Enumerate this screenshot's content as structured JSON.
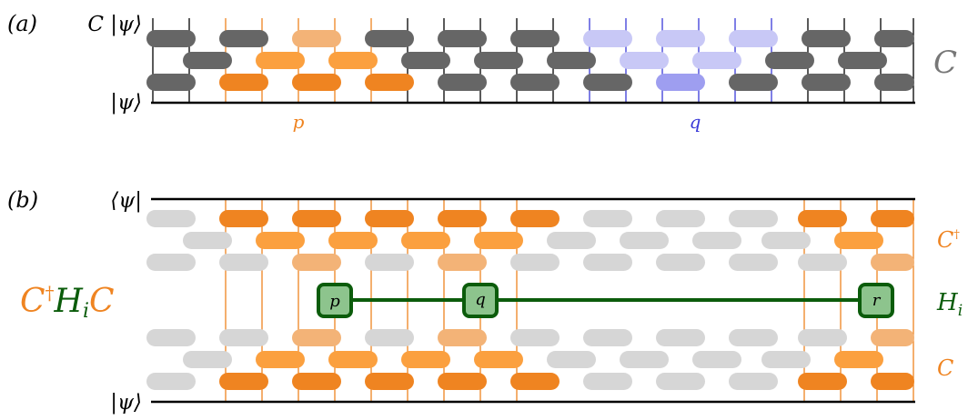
{
  "panel_a": {
    "tag": "(a)",
    "top_label": "C |ψ⟩",
    "bottom_label": "|ψ⟩",
    "right_label": "C",
    "marker_p": "p",
    "marker_q": "q"
  },
  "panel_b": {
    "tag": "(b)",
    "top_label": "⟨ψ|",
    "bottom_label": "|ψ⟩",
    "left_expr": {
      "c_dagger": "C",
      "dagger": "†",
      "h": "H",
      "h_sub": "i",
      "c": "C"
    },
    "right_c_dagger": "C",
    "right_dagger": "†",
    "right_h": "H",
    "right_h_sub": "i",
    "right_c": "C",
    "operator_p": "p",
    "operator_q": "q",
    "operator_r": "r"
  },
  "colors": {
    "dark_gate": "#666666",
    "light_gate": "#d6d6d6",
    "orange_dark": "#ef8421",
    "orange_mid": "#fba03f",
    "orange_light": "#f3b377",
    "blue_light": "#c8c8f6",
    "blue_dark": "#9e9ef0",
    "blue_line": "#3a3ad8",
    "green_dark": "#0b5c0b",
    "green_fill": "#8dc48d",
    "label_gray": "#777777"
  }
}
